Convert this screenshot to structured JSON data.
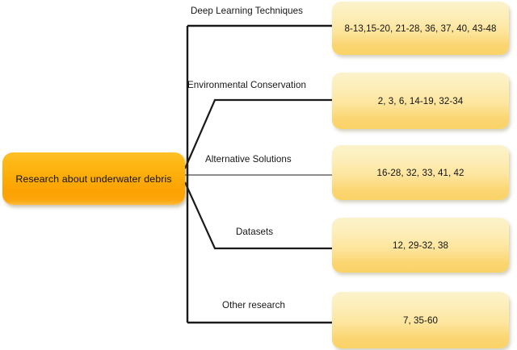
{
  "diagram": {
    "type": "mind-map",
    "title": "Research about underwater debris",
    "root": {
      "label": "Research about underwater debris",
      "color": "#fcab06"
    },
    "branch_color": "#1a1a1a",
    "leaf_color": "#fde49a",
    "branches": [
      {
        "label": "Deep Learning Techniques",
        "references": "8-13,15-20, 21-28, 36, 37, 40, 43-48"
      },
      {
        "label": "Environmental Conservation",
        "references": "2, 3, 6, 14-19, 32-34"
      },
      {
        "label": "Alternative Solutions",
        "references": "16-28, 32, 33, 41, 42"
      },
      {
        "label": "Datasets",
        "references": "12, 29-32, 38"
      },
      {
        "label": "Other research",
        "references": "7, 35-60"
      }
    ]
  }
}
